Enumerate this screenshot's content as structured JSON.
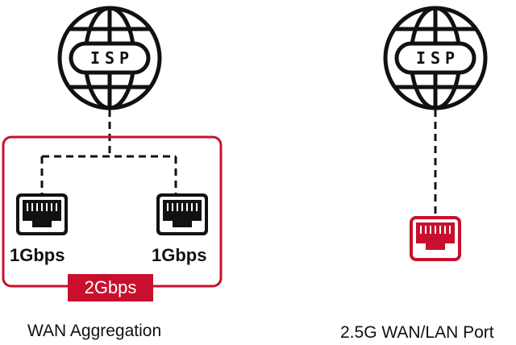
{
  "globe_left": {
    "label": "ISP",
    "icon": "globe-icon"
  },
  "globe_right": {
    "label": "ISP",
    "icon": "globe-icon"
  },
  "port_left": {
    "speed": "1Gbps",
    "icon": "ethernet-port-icon"
  },
  "port_right": {
    "speed": "1Gbps",
    "icon": "ethernet-port-icon"
  },
  "aggregate": {
    "label": "2Gbps"
  },
  "port_single": {
    "icon": "ethernet-port-icon",
    "color": "#c8102e"
  },
  "captions": {
    "left": "WAN Aggregation",
    "right": "2.5G WAN/LAN Port"
  },
  "colors": {
    "accent": "#c8102e",
    "line": "#111111"
  }
}
